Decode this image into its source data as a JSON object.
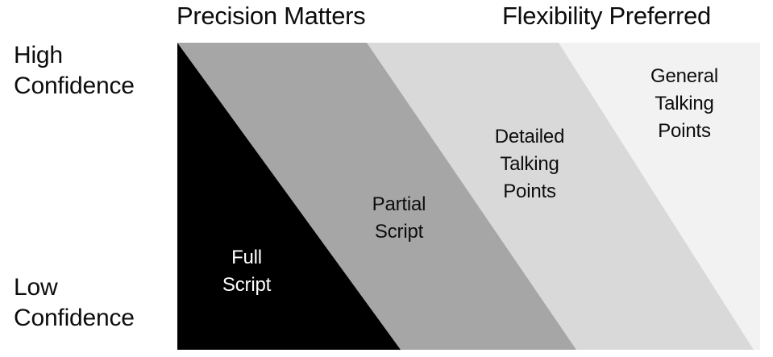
{
  "headers": {
    "left": "Precision Matters",
    "right": "Flexibility Preferred"
  },
  "axis": {
    "top_line1": "High",
    "top_line2": "Confidence",
    "bottom_line1": "Low",
    "bottom_line2": "Confidence"
  },
  "bands": [
    {
      "name": "full-script",
      "line1": "Full",
      "line2": "Script",
      "fill": "#000000",
      "text_color": "#ffffff"
    },
    {
      "name": "partial-script",
      "line1": "Partial",
      "line2": "Script",
      "fill": "#a6a6a6",
      "text_color": "#0d0d0d"
    },
    {
      "name": "detailed-talking-points",
      "line1": "Detailed",
      "line2": "Talking",
      "line3": "Points",
      "fill": "#d9d9d9",
      "text_color": "#0d0d0d"
    },
    {
      "name": "general-talking-points",
      "line1": "General",
      "line2": "Talking",
      "line3": "Points",
      "fill": "#f2f2f2",
      "text_color": "#0d0d0d"
    }
  ],
  "colors": {
    "background": "#ffffff",
    "text": "#0d0d0d",
    "band_1": "#000000",
    "band_2": "#a6a6a6",
    "band_3": "#d9d9d9",
    "band_4": "#f2f2f2"
  }
}
